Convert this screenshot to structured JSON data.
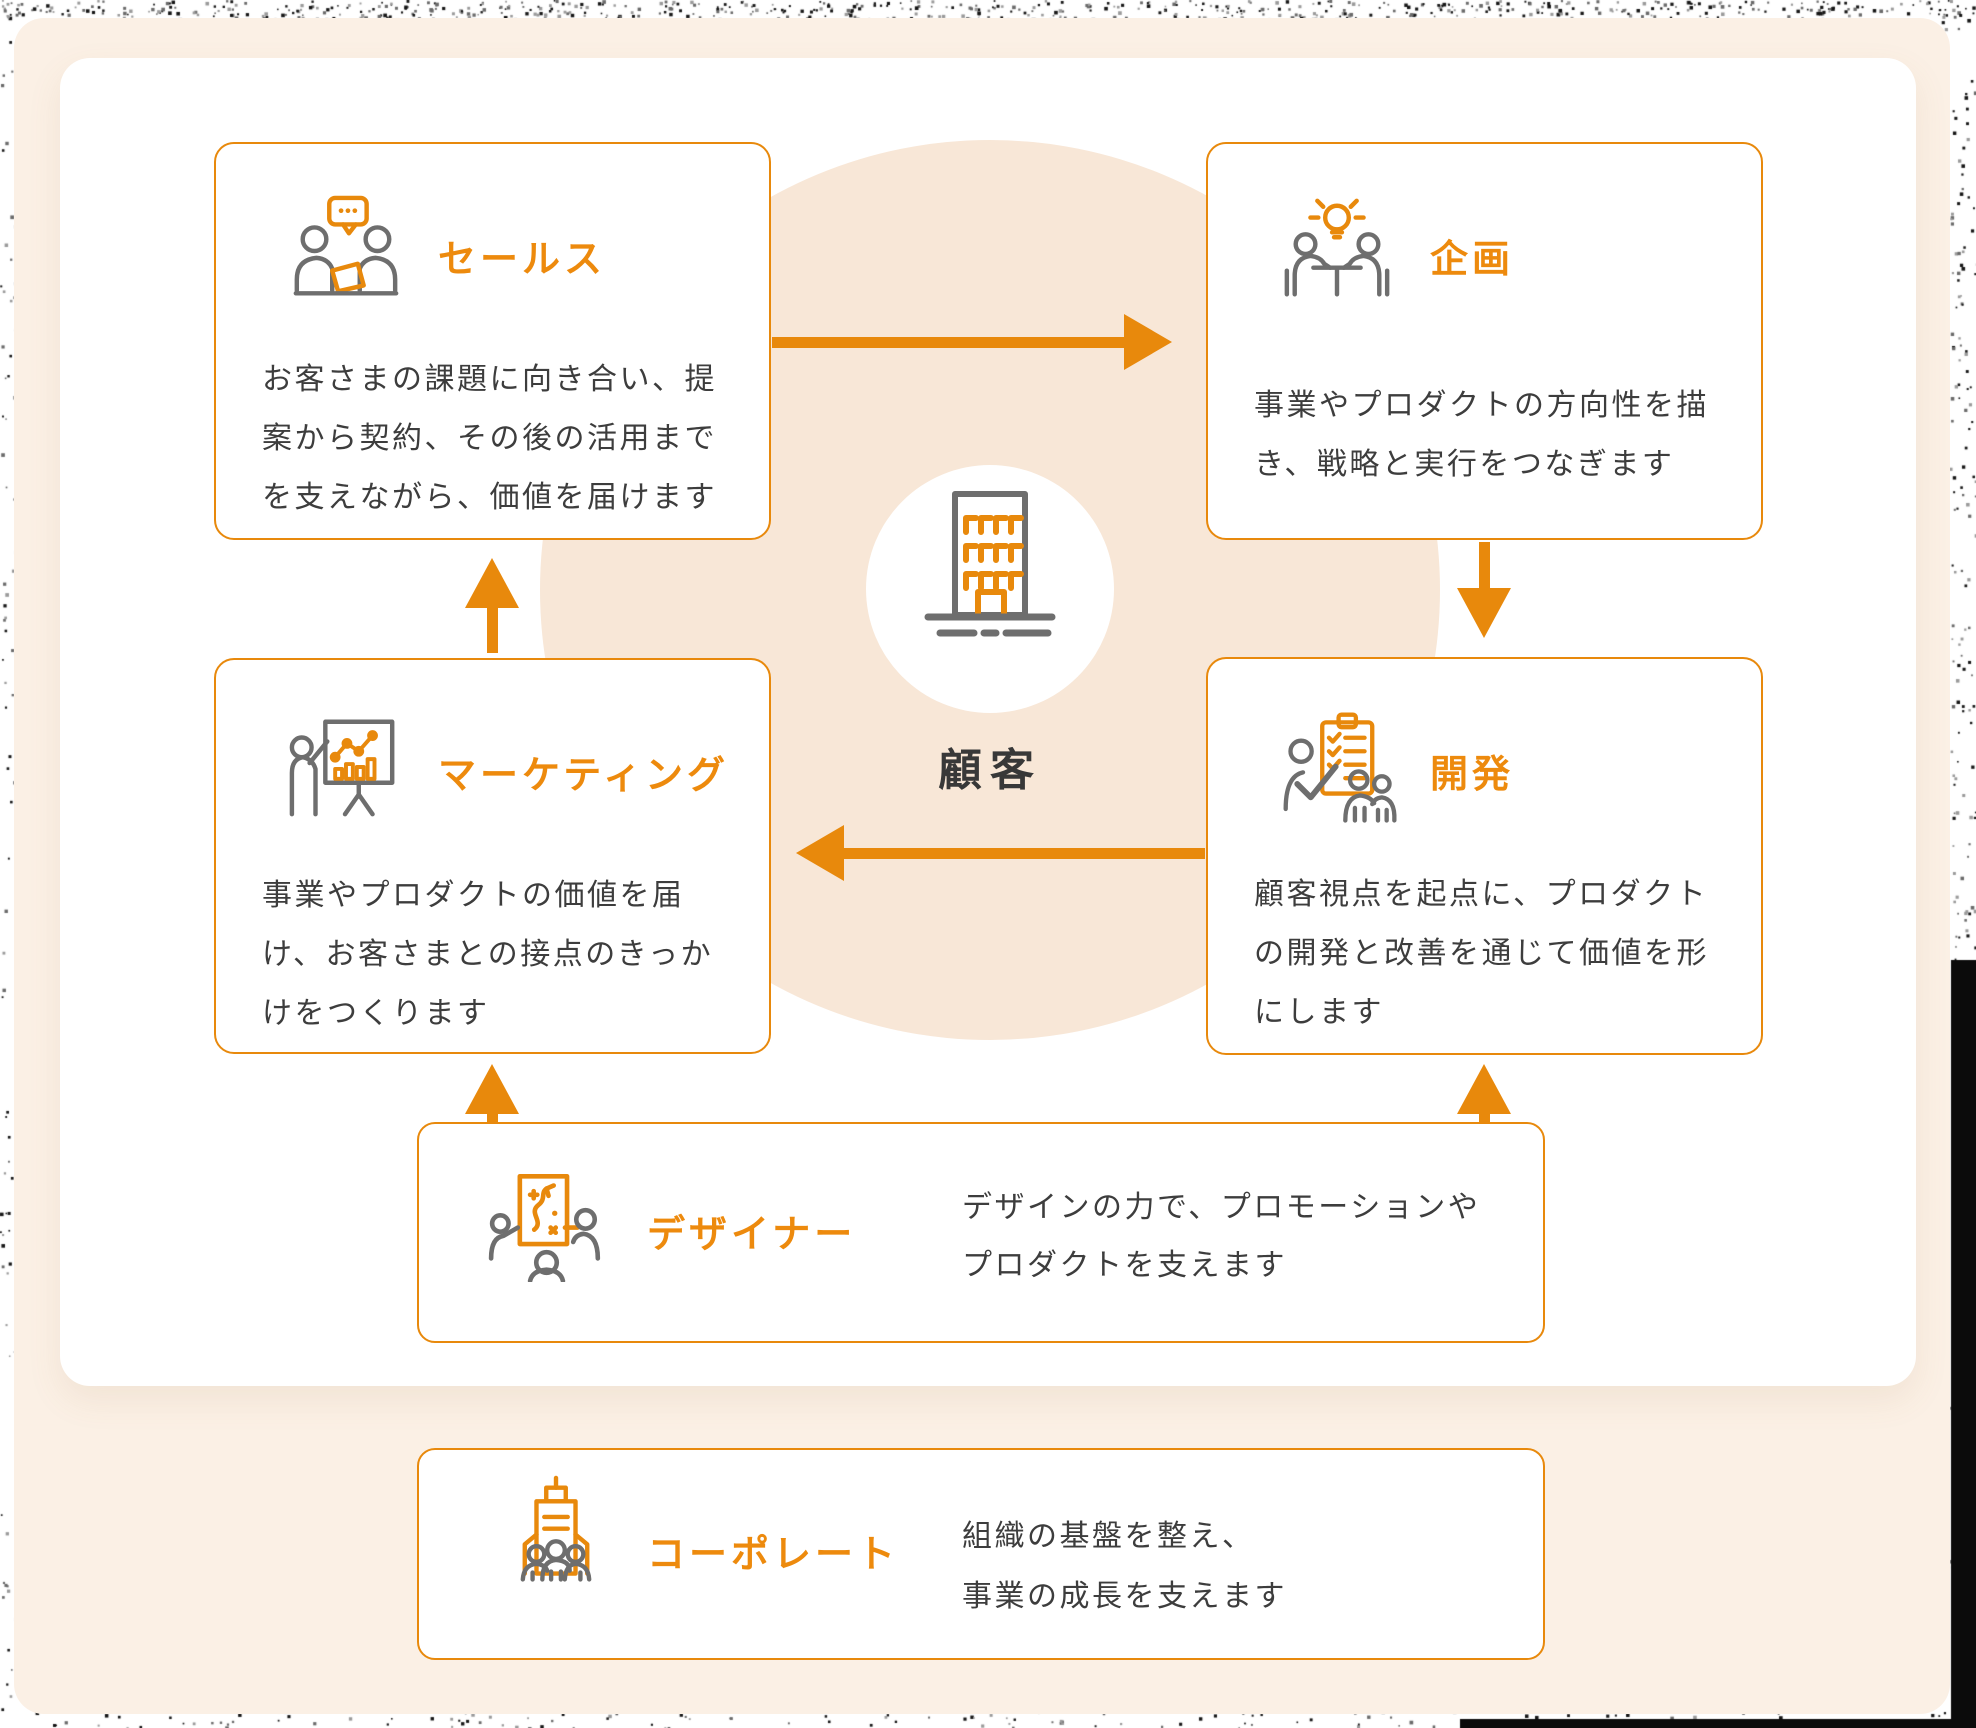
{
  "colors": {
    "accent_orange": "#E8890C",
    "title_orange": "#ED8A0D",
    "body_text": "#3D3D3D",
    "background_peach": "#FBF0E5",
    "center_circle_peach": "#F8E7D7",
    "icon_gray": "#6E6E6E"
  },
  "center": {
    "label": "顧客",
    "icon": "customer-building-icon"
  },
  "cards": {
    "sales": {
      "title": "セールス",
      "icon": "sales-conversation-icon",
      "body_lines": [
        "お客さまの課題に向き合い、提",
        "案から契約、その後の活用まで",
        "を支えながら、価値を届けます"
      ]
    },
    "planning": {
      "title": "企画",
      "icon": "planning-idea-meeting-icon",
      "body_lines": [
        "事業やプロダクトの方向性を描",
        "き、戦略と実行をつなぎます"
      ]
    },
    "marketing": {
      "title": "マーケティング",
      "icon": "marketing-presentation-icon",
      "body_lines": [
        "事業やプロダクトの価値を届",
        "け、お客さまとの接点のきっか",
        "けをつくります"
      ]
    },
    "development": {
      "title": "開発",
      "icon": "development-checklist-icon",
      "body_lines": [
        "顧客視点を起点に、プロダクト",
        "の開発と改善を通じて価値を形",
        "にします"
      ]
    },
    "designer": {
      "title": "デザイナー",
      "icon": "designer-whiteboard-icon",
      "body_lines": [
        "デザインの力で、プロモーションや",
        "プロダクトを支えます"
      ]
    },
    "corporate": {
      "title": "コーポレート",
      "icon": "corporate-building-people-icon",
      "body_lines": [
        "組織の基盤を整え、",
        "事業の成長を支えます"
      ]
    }
  },
  "flow": [
    {
      "from": "セールス",
      "to": "企画"
    },
    {
      "from": "企画",
      "to": "開発"
    },
    {
      "from": "開発",
      "to": "マーケティング"
    },
    {
      "from": "マーケティング",
      "to": "セールス"
    },
    {
      "from": "デザイナー",
      "to": "マーケティング"
    },
    {
      "from": "デザイナー",
      "to": "開発"
    }
  ]
}
